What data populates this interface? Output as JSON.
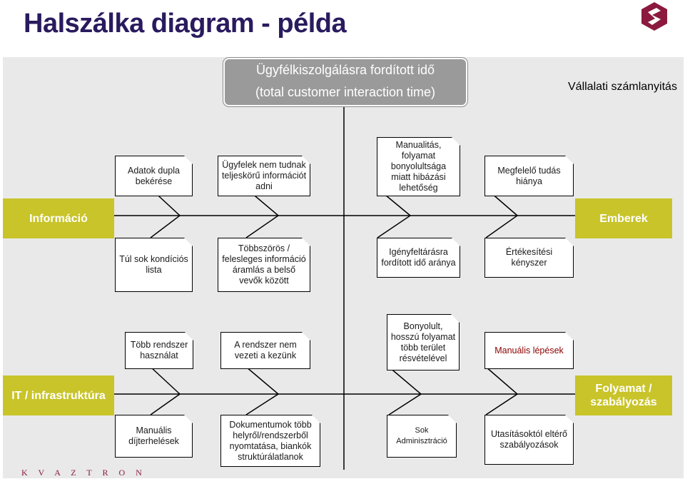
{
  "title": "Halszálka diagram - példa",
  "head": {
    "line1": "Ügyfélkiszolgálásra fordított idő",
    "line2": "(total customer interaction time)"
  },
  "effect2": "Vállalati számlanyitás",
  "categories": {
    "informacio": "Információ",
    "emberek": "Emberek",
    "it": "IT / infrastruktúra",
    "folyamat": "Folyamat / szabályozás"
  },
  "causes": {
    "c1": "Adatok dupla bekérése",
    "c2": "Ügyfelek nem tudnak teljeskörű információt adni",
    "c3": "Manualitás, folyamat bonyolultsága miatt hibázási lehetőség",
    "c4": "Megfelelő tudás hiánya",
    "c5": "Túl sok kondíciós lista",
    "c6": "Többszörös / felesleges információ áramlás a belső vevők között",
    "c7": "Igényfeltárásra fordított idő aránya",
    "c8": "Értékesítési kényszer",
    "c9": "Több rendszer használat",
    "c10": "A rendszer nem vezeti a kezünk",
    "c11": "Bonyolult, hosszú folyamat több terület résvételével",
    "c12": "Manuális lépések",
    "c13": "Manuális díjterhelések",
    "c14": "Dokumentumok több helyről/rendszerből nyomtatása, biankók struktúrálatlanok",
    "c15": "Sok Adminisztráció",
    "c16": "Utasításoktól eltérő szabályozások"
  },
  "footer": "K V A Z T R O N",
  "colors": {
    "category": "#c8c42a",
    "head": "#9a9a9a",
    "title": "#2a1a5e",
    "accent": "#8b1a3e"
  }
}
